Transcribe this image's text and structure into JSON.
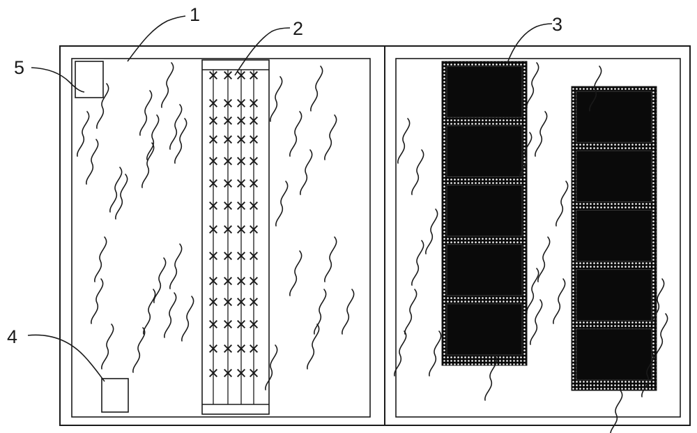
{
  "labels": {
    "one": "1",
    "two": "2",
    "three": "3",
    "four": "4",
    "five": "5"
  },
  "colors": {
    "line": "#1a1a1a",
    "module_fill": "#0a0a0a",
    "background": "#ffffff"
  }
}
